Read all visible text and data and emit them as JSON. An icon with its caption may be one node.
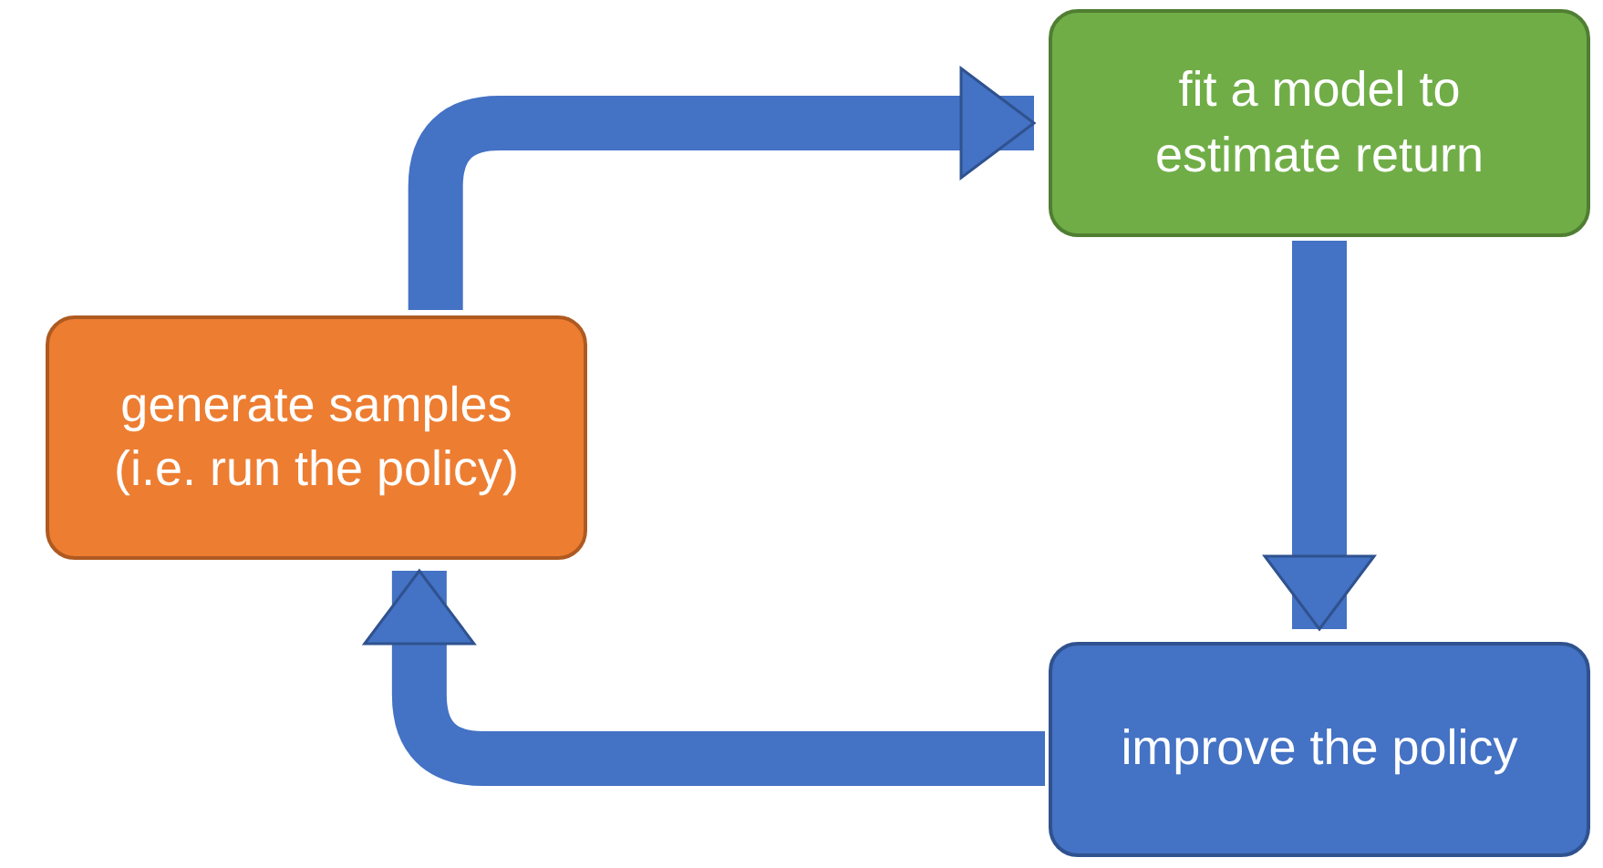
{
  "diagram": {
    "nodes": [
      {
        "text": [
          "generate samples (i.e. run the policy)"
        ]
      },
      {
        "text": [
          "fit a model to estimate return"
        ]
      },
      {
        "text": [
          "improve the policy"
        ]
      }
    ],
    "edges": [
      {
        "from": 0,
        "to": 1,
        "arrow": "to"
      },
      {
        "from": 1,
        "to": 2,
        "arrow": "to"
      },
      {
        "from": 2,
        "to": 0,
        "arrow": "to"
      }
    ]
  }
}
